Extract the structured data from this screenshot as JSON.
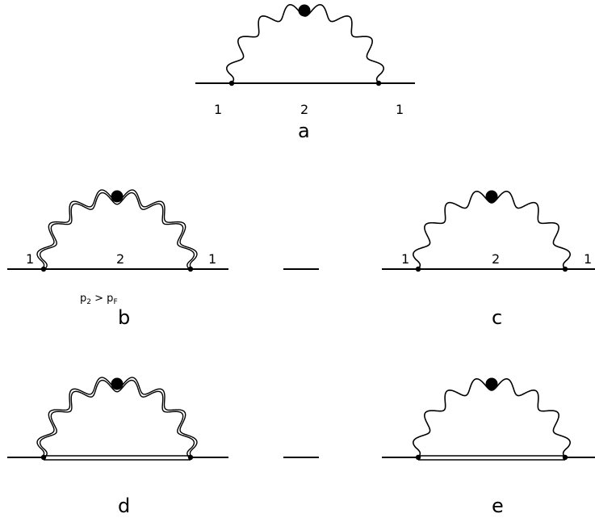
{
  "diagram_a": {
    "left_label": "1",
    "mid_label": "2",
    "right_label": "1",
    "caption": "a"
  },
  "diagram_b": {
    "left_label": "1",
    "mid_label": "2",
    "right_label": "1",
    "condition": "p₂ > p_F",
    "caption": "b"
  },
  "diagram_c": {
    "left_label": "1",
    "mid_label": "2",
    "right_label": "1",
    "caption": "c"
  },
  "diagram_d": {
    "caption": "d"
  },
  "diagram_e": {
    "caption": "e"
  },
  "separator_b_c": "—",
  "separator_d_e": "—"
}
